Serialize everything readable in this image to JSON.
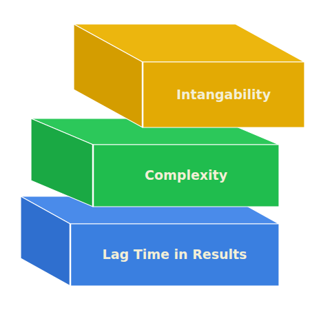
{
  "diagram": {
    "nodes": [
      {
        "text": [
          "Intangability"
        ]
      },
      {
        "text": [
          "Complexity"
        ]
      },
      {
        "text": [
          "Lag Time in Results"
        ]
      }
    ]
  }
}
